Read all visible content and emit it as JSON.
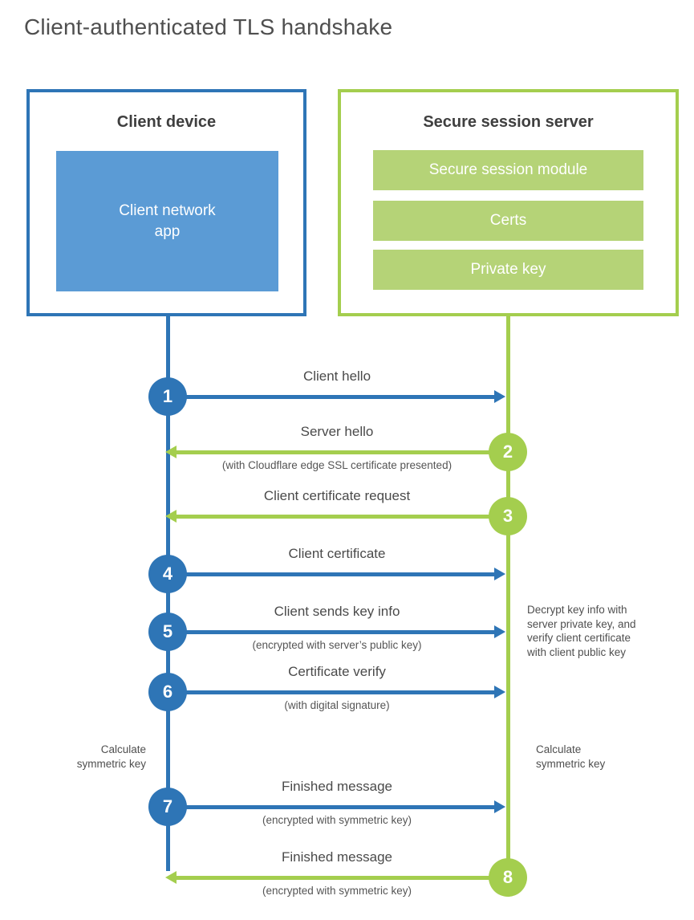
{
  "title": "Client-authenticated TLS handshake",
  "colors": {
    "blue": "#2e75b6",
    "blue_fill": "#5b9bd5",
    "green": "#a4ce4e",
    "green_fill": "#b5d377"
  },
  "client": {
    "title": "Client device",
    "app_label": "Client network\napp"
  },
  "server": {
    "title": "Secure session server",
    "modules": [
      "Secure session module",
      "Certs",
      "Private key"
    ]
  },
  "steps": [
    {
      "num": "1",
      "dir": "right",
      "color": "blue",
      "label": "Client hello",
      "sublabel": ""
    },
    {
      "num": "2",
      "dir": "left",
      "color": "green",
      "label": "Server hello",
      "sublabel": "(with Cloudflare edge SSL certificate presented)"
    },
    {
      "num": "3",
      "dir": "left",
      "color": "green",
      "label": "Client certificate request",
      "sublabel": ""
    },
    {
      "num": "4",
      "dir": "right",
      "color": "blue",
      "label": "Client certificate",
      "sublabel": ""
    },
    {
      "num": "5",
      "dir": "right",
      "color": "blue",
      "label": "Client sends key info",
      "sublabel": "(encrypted with server’s public key)"
    },
    {
      "num": "6",
      "dir": "right",
      "color": "blue",
      "label": "Certificate verify",
      "sublabel": "(with digital signature)"
    },
    {
      "num": "7",
      "dir": "right",
      "color": "blue",
      "label": "Finished message",
      "sublabel": "(encrypted with symmetric key)"
    },
    {
      "num": "8",
      "dir": "left",
      "color": "green",
      "label": "Finished message",
      "sublabel": "(encrypted with symmetric key)"
    }
  ],
  "annotations": {
    "decrypt_note": "Decrypt key info with\nserver private key, and\nverify client certificate\nwith client public key",
    "calc_left": "Calculate\nsymmetric key",
    "calc_right": "Calculate\nsymmetric key"
  }
}
